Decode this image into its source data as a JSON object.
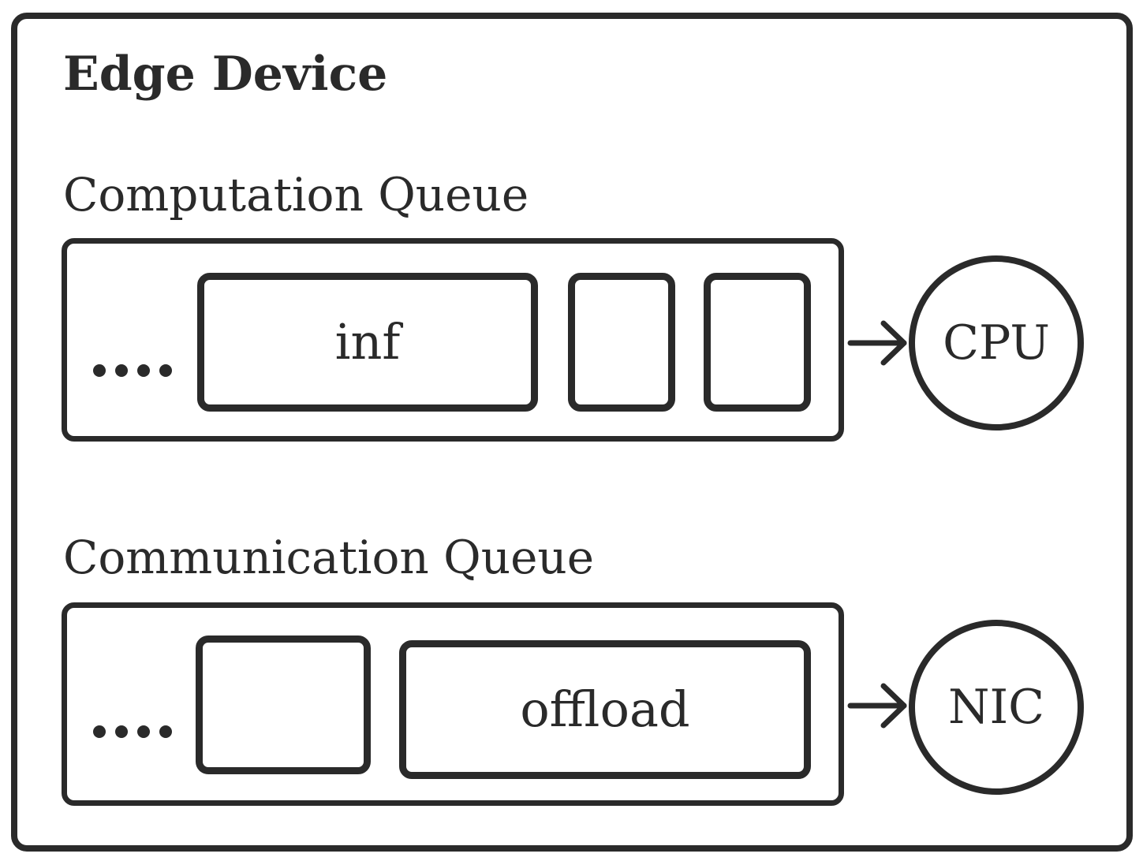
{
  "device": {
    "title": "Edge Device"
  },
  "computation_queue": {
    "label": "Computation Queue",
    "ellipsis": "....",
    "slots": [
      "inf",
      "",
      ""
    ],
    "processor": "CPU"
  },
  "communication_queue": {
    "label": "Communication Queue",
    "ellipsis": "....",
    "slots": [
      "",
      "offload"
    ],
    "processor": "NIC"
  },
  "colors": {
    "stroke": "#2a2a2a",
    "background": "#ffffff"
  }
}
